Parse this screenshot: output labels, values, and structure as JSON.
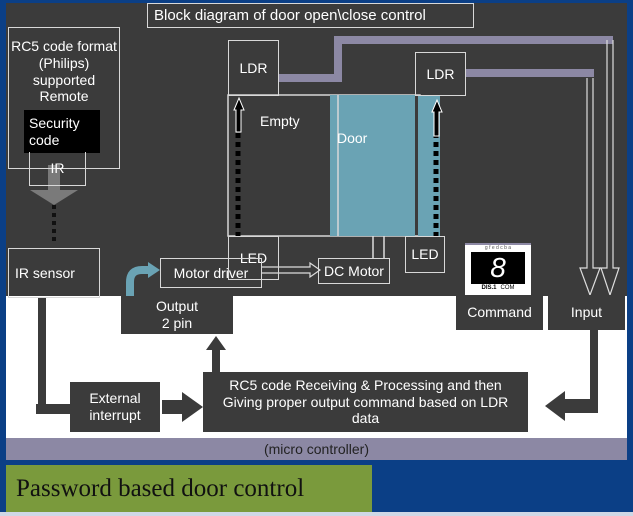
{
  "title": "Block diagram of door open\\close control",
  "remote": "RC5 code format (Philips) supported Remote",
  "security_code": "Security code",
  "ir": "IR",
  "ir_sensor": "IR sensor",
  "ldr_left": "LDR",
  "ldr_right": "LDR",
  "empty": "Empty",
  "door": "Door",
  "led_left": "LED",
  "led_right": "LED",
  "motor_driver": "Motor driver",
  "dc_motor": "DC Motor",
  "output": "Output 2 pin",
  "command": "Command",
  "input": "Input",
  "display": {
    "pins": "g f e d c b a",
    "label": "DIS.1",
    "com": "COM"
  },
  "external_interrupt": "External interrupt",
  "processing": "RC5 code Receiving & Processing and then Giving  proper output command based on LDR data",
  "micro_controller": "(micro controller)",
  "slide_title": "Password based door control",
  "colors": {
    "door": "#6aa3b4",
    "ldr_line": "#8c88a4",
    "title_bg": "#7a9a3c",
    "frame": "#0b3f86"
  }
}
